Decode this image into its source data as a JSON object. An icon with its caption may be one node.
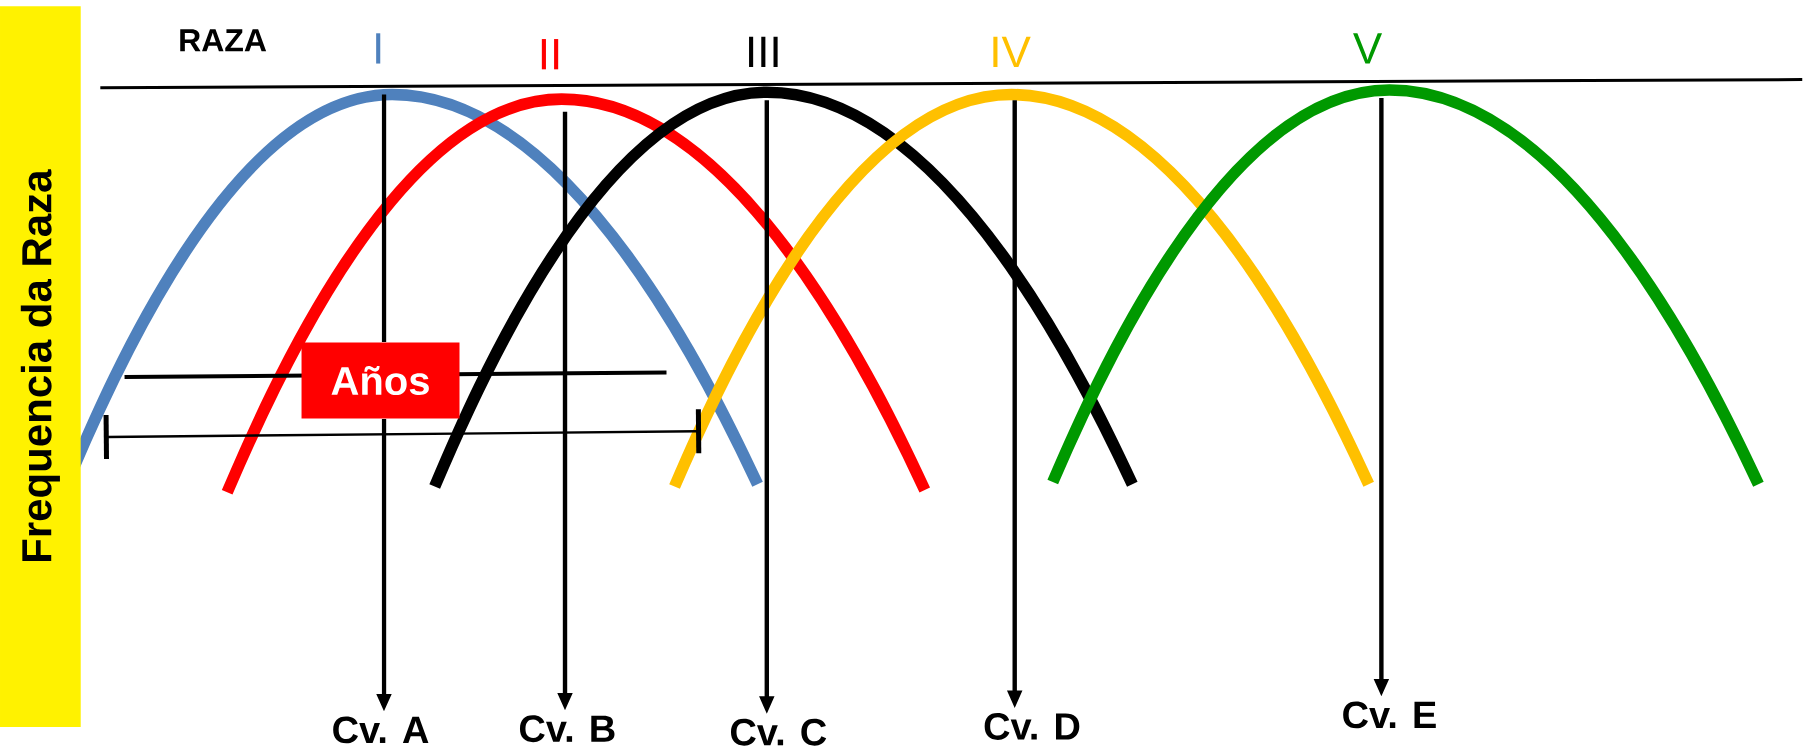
{
  "diagram": {
    "nodes": [
      {
        "text": [
          "Años"
        ]
      },
      {
        "text": [
          "Cv. A"
        ]
      },
      {
        "text": [
          "Cv. B"
        ]
      },
      {
        "text": [
          "Cv. C"
        ]
      },
      {
        "text": [
          "Cv. D"
        ]
      },
      {
        "text": [
          "Cv. E"
        ]
      }
    ],
    "edges": [
      {
        "from": null,
        "to": 1,
        "arrow": "to"
      },
      {
        "from": null,
        "to": 2,
        "arrow": "to"
      },
      {
        "from": null,
        "to": 3,
        "arrow": "to"
      },
      {
        "from": null,
        "to": 4,
        "arrow": "to"
      },
      {
        "from": null,
        "to": 5,
        "arrow": "to"
      }
    ],
    "labels": [
      "Frequencia da Raza",
      "RAZA",
      "I",
      "II",
      "III",
      "IV",
      "V"
    ]
  }
}
